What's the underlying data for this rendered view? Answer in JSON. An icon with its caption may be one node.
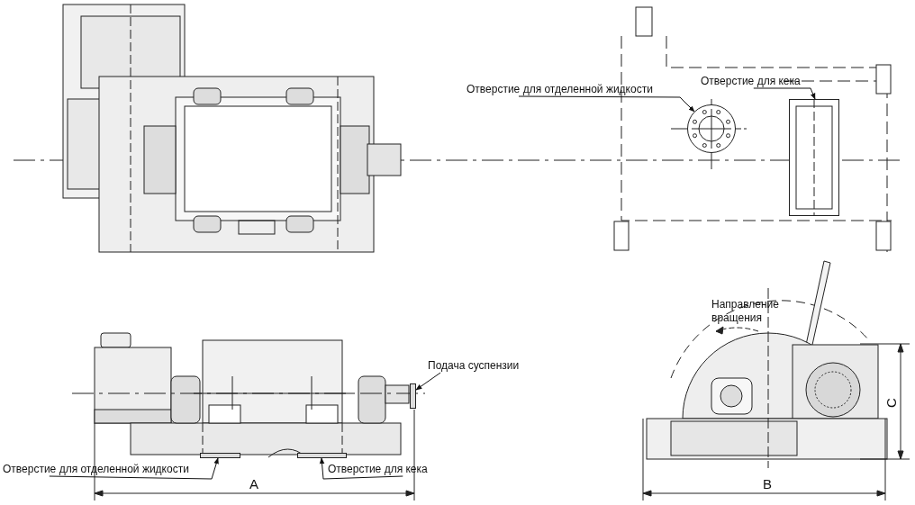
{
  "diagram": {
    "nodes": [
      {
        "text": [
          "Отверстие для отделенной жидкости"
        ]
      },
      {
        "text": [],
        "shape": "circle"
      },
      {
        "text": [
          "Отверстие для кека"
        ]
      },
      {
        "text": [],
        "shape": "box"
      },
      {
        "text": [
          "Подача суспензии"
        ]
      },
      {
        "text": [
          "Отверстие для отделенной жидкости"
        ]
      },
      {
        "text": [
          "Отверстие для кека"
        ]
      },
      {
        "text": [],
        "shape": "box"
      },
      {
        "text": [],
        "shape": "box"
      },
      {
        "text": [],
        "shape": "box"
      }
    ],
    "edges": [
      {
        "from": 0,
        "to": 1,
        "arrow": "to"
      },
      {
        "from": 2,
        "to": 3,
        "arrow": "to"
      },
      {
        "from": 4,
        "to": 9,
        "arrow": "to"
      },
      {
        "from": 5,
        "to": 7,
        "arrow": "to"
      },
      {
        "from": 6,
        "to": 8,
        "arrow": "to"
      }
    ],
    "labels": [
      "Направление вращения",
      "C",
      "A",
      "B"
    ]
  }
}
